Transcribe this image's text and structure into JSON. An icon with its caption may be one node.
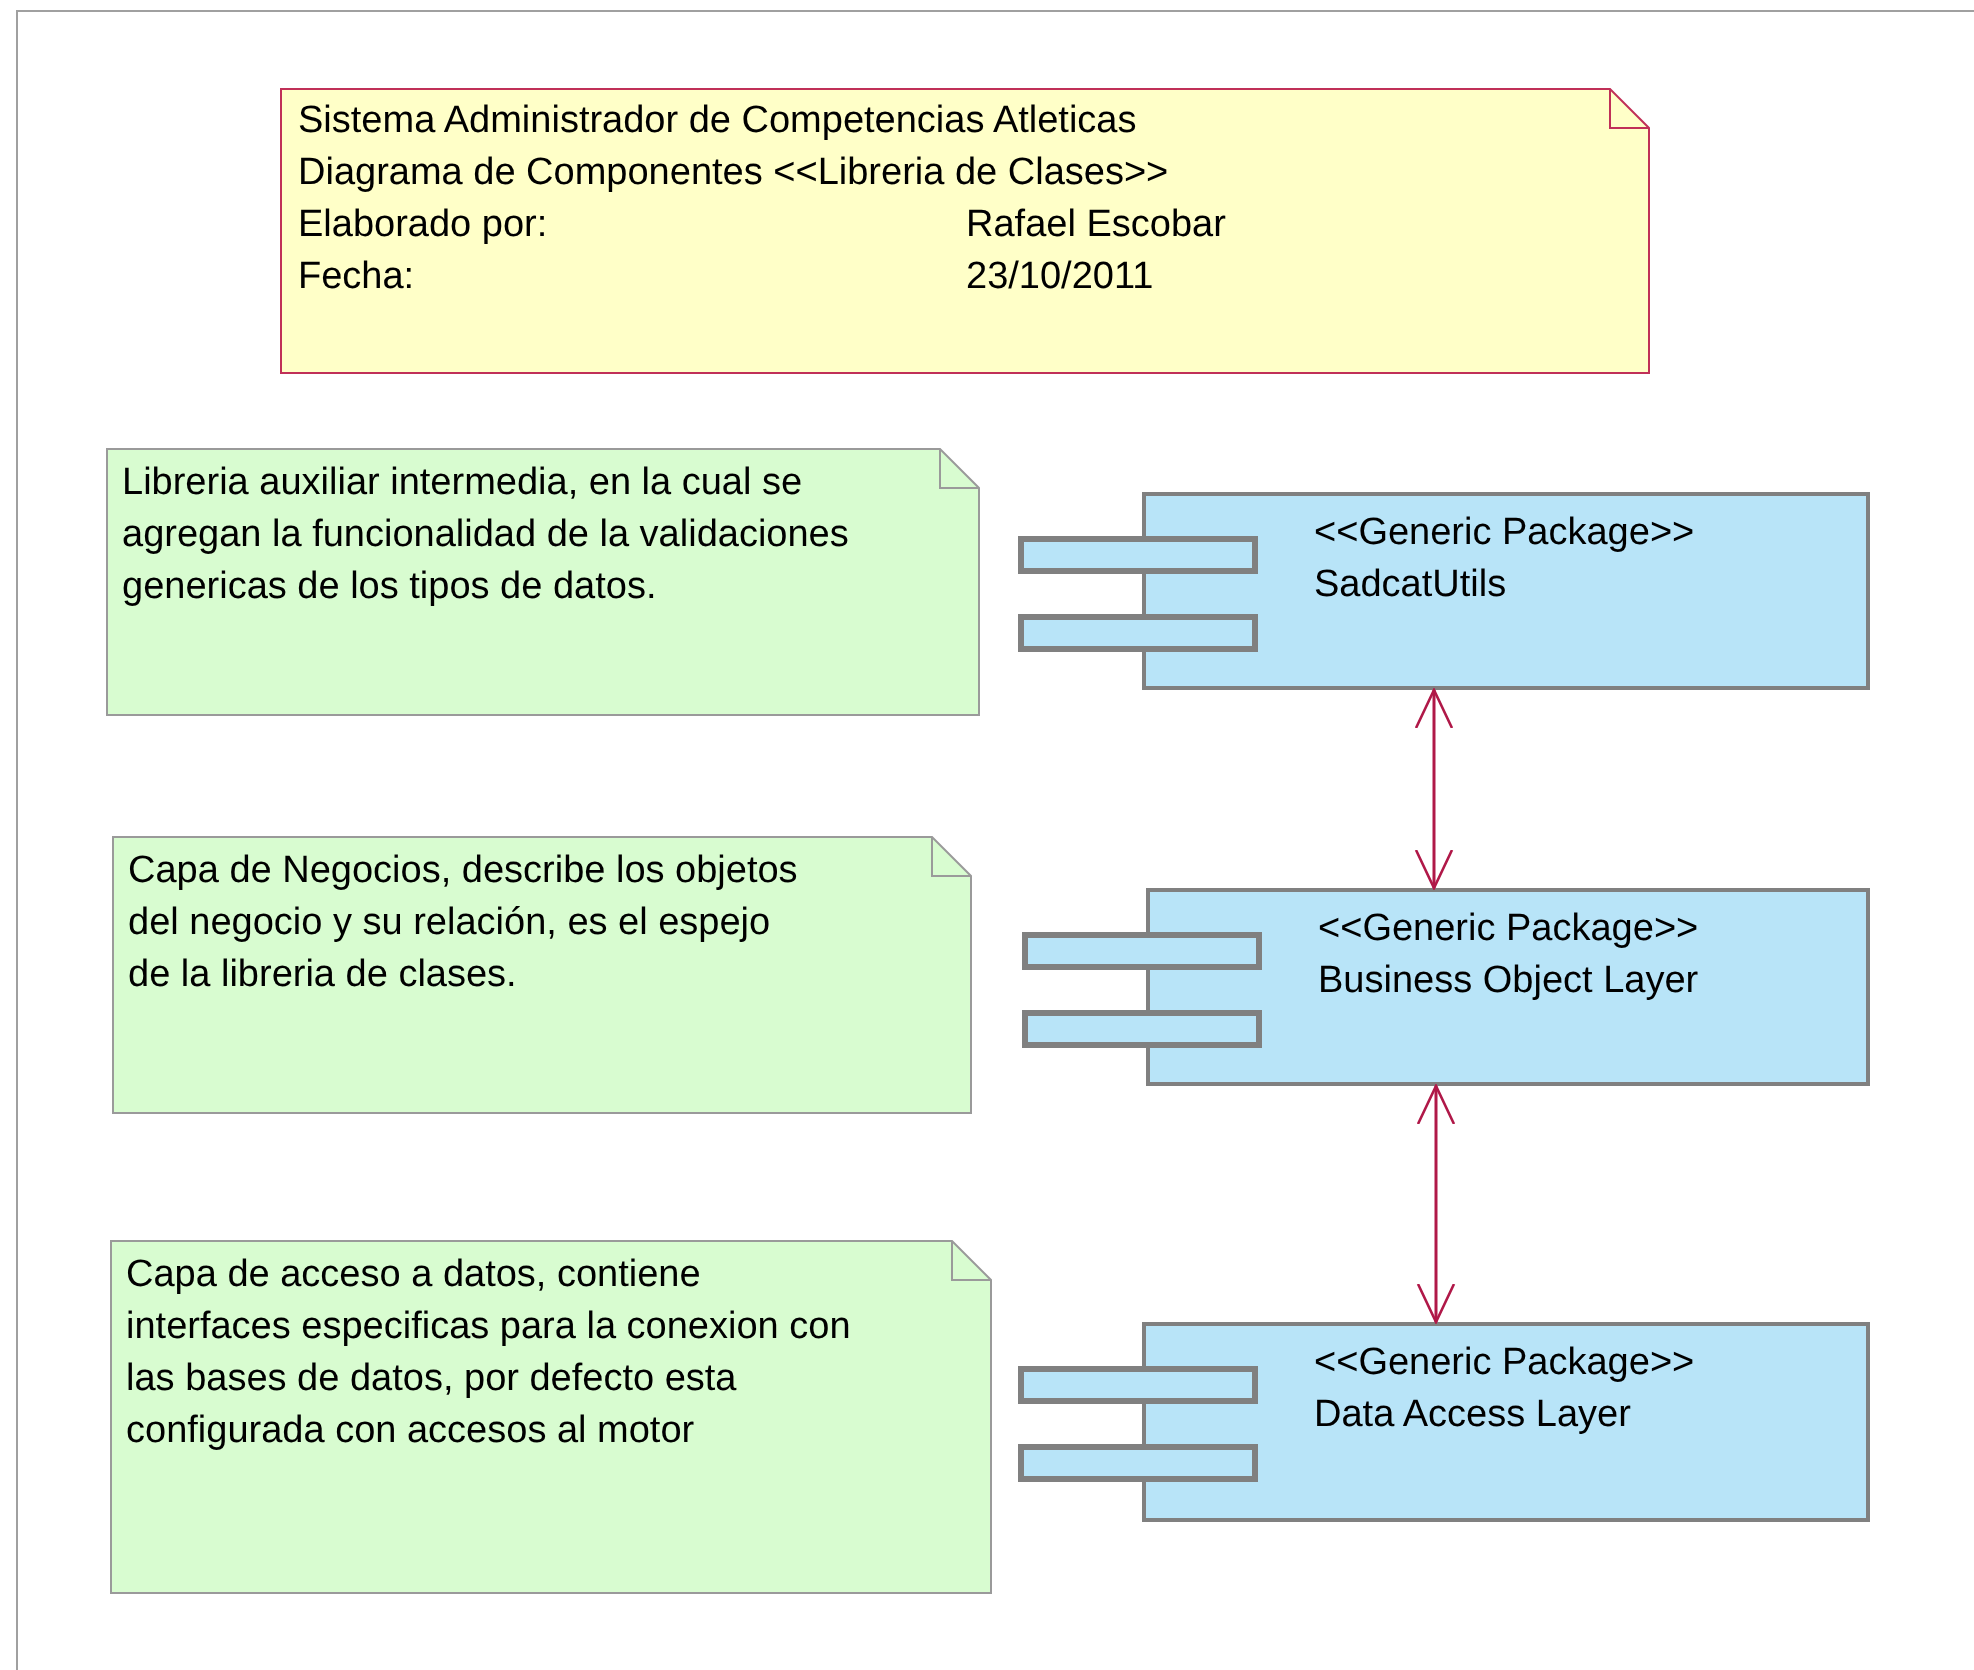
{
  "diagram": {
    "nodes": [
      {
        "text": [
          "Sistema Administrador de Competencias Atleticas",
          "Diagrama de Componentes <<Libreria de Clases>>",
          "Elaborado por:",
          "Rafael Escobar",
          "Fecha:",
          "23/10/2011"
        ]
      },
      {
        "text": [
          "Libreria auxiliar intermedia, en la cual se agregan la funcionalidad de la validaciones genericas de los tipos de datos."
        ]
      },
      {
        "text": [
          "<<Generic Package>>",
          "SadcatUtils"
        ]
      },
      {
        "text": [
          "Capa de Negocios, describe los objetos del negocio y su relación, es el espejo de la libreria de clases."
        ]
      },
      {
        "text": [
          "<<Generic Package>>",
          "Business Object Layer"
        ]
      },
      {
        "text": [
          "Capa de acceso a datos, contiene interfaces especificas para la conexion con las bases de datos, por defecto esta configurada con accesos al motor"
        ]
      },
      {
        "text": [
          "<<Generic Package>>",
          "Data Access Layer"
        ]
      }
    ],
    "edges": [
      {
        "from": 2,
        "to": 4,
        "arrow": "both",
        "color": "#b01848"
      },
      {
        "from": 4,
        "to": 6,
        "arrow": "both",
        "color": "#b01848"
      }
    ]
  }
}
